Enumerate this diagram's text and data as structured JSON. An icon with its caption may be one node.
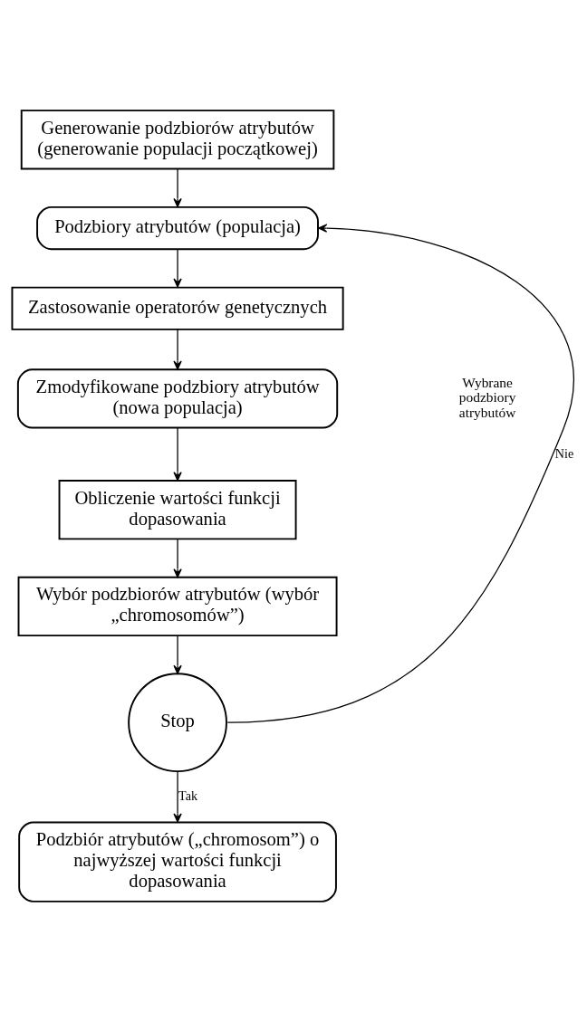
{
  "diagram": {
    "nodes": [
      {
        "text": [
          "Generowanie podzbiorów atrybutów (generowanie populacji początkowej)"
        ]
      },
      {
        "text": [
          "Podzbiory atrybutów (populacja)"
        ]
      },
      {
        "text": [
          "Zastosowanie operatorów genetycznych"
        ]
      },
      {
        "text": [
          "Zmodyfikowane podzbiory atrybutów (nowa populacja)"
        ]
      },
      {
        "text": [
          "Obliczenie wartości funkcji dopasowania"
        ]
      },
      {
        "text": [
          "Wybór podzbiorów atrybutów (wybór „chromosomów”)"
        ]
      },
      {
        "text": [
          "Stop"
        ]
      },
      {
        "text": [
          "Podzbiór atrybutów („chromosom”) o najwyższej wartości funkcji dopasowania"
        ]
      }
    ],
    "edges": [
      {
        "from": 0,
        "to": 1,
        "arrow": "to"
      },
      {
        "from": 1,
        "to": 2,
        "arrow": "to"
      },
      {
        "from": 2,
        "to": 3,
        "arrow": "to"
      },
      {
        "from": 3,
        "to": 4,
        "arrow": "to"
      },
      {
        "from": 4,
        "to": 5,
        "arrow": "to"
      },
      {
        "from": 5,
        "to": 6,
        "arrow": "to"
      },
      {
        "from": 6,
        "to": 7,
        "arrow": "to",
        "label": "Tak"
      },
      {
        "from": 6,
        "to": 1,
        "arrow": "to",
        "label": "Nie"
      }
    ],
    "labels": [
      "Wybrane podzbiory atrybutów"
    ]
  }
}
